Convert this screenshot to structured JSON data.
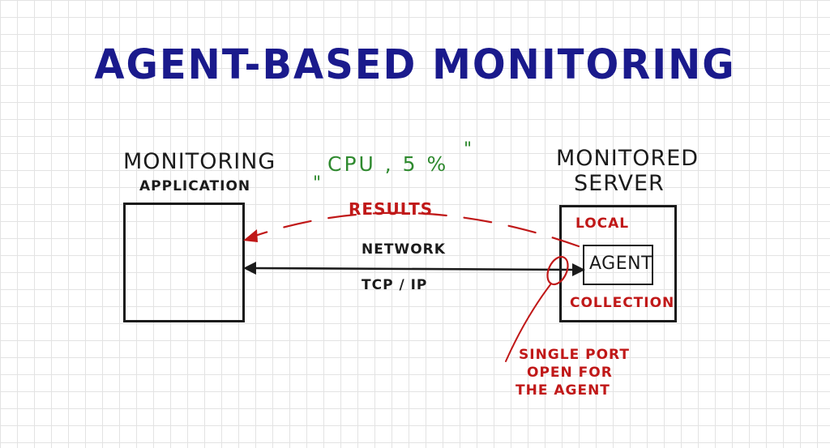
{
  "title": "AGENT-BASED MONITORING",
  "left_node": {
    "line1": "MONITORING",
    "line2": "APPLICATION"
  },
  "right_node": {
    "line1": "MONITORED",
    "line2": "SERVER"
  },
  "quote": {
    "open": "\"",
    "text": "CPU , 5 %",
    "close": "\""
  },
  "results_label": "RESULTS",
  "network_label": "NETWORK",
  "protocol_label": "TCP / IP",
  "local_label": "LOCAL",
  "agent_label": "AGENT",
  "collection_label": "COLLECTION",
  "port_note": {
    "line1": "SINGLE PORT",
    "line2": "OPEN FOR",
    "line3": "THE AGENT"
  },
  "colors": {
    "title": "#1a1a8c",
    "ink": "#1b1b1b",
    "annotation": "#c01818",
    "quote": "#2f8a2f"
  }
}
